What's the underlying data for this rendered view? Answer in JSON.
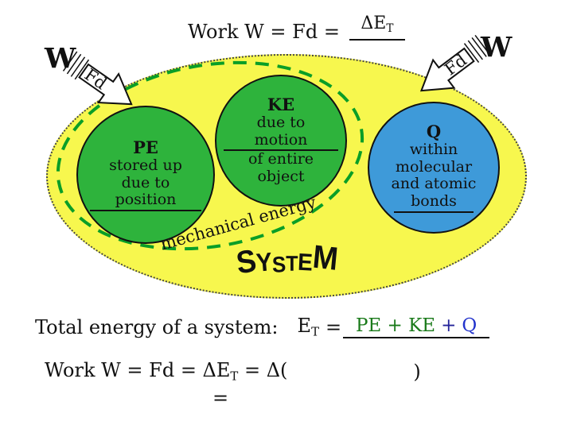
{
  "colors": {
    "systemFill": "#f7f74e",
    "systemBorder": "#444444",
    "greenCircle": "#2eb33c",
    "blueCircle": "#3e9ad9",
    "dashedGreen": "#0a9e27",
    "eqGreen": "#1a7a1a",
    "eqBlue": "#2233cc",
    "plusBlue": "#24249a",
    "ink": "#111111"
  },
  "title": {
    "lhs": "Work W = Fd =",
    "answer_main": "ΔE",
    "answer_sub": "T"
  },
  "arrows": {
    "left": {
      "work": "W",
      "force": "Fd"
    },
    "right": {
      "work": "W",
      "force": "Fd"
    }
  },
  "ellipse": {
    "system_label": "SYSTEM",
    "mechanical_label": "mechanical energy"
  },
  "circles": {
    "pe": {
      "symbol": "PE",
      "lines": [
        "stored up",
        "due to"
      ],
      "answer": "position"
    },
    "ke": {
      "symbol": "KE",
      "pre": "due to",
      "answer": "motion",
      "post1": "of entire",
      "post2": "object"
    },
    "q": {
      "symbol": "Q",
      "lines": [
        "within",
        "molecular",
        "and atomic"
      ],
      "answer": "bonds"
    }
  },
  "bottom": {
    "total_label": "Total energy of a system:",
    "et_main": "E",
    "et_sub": "T",
    "equals": "=",
    "answer_green": "PE + KE",
    "answer_plus": "+",
    "answer_blue": "Q",
    "work_pre": "Work W = Fd = ΔE",
    "work_sub": "T",
    "work_mid": "=  Δ(",
    "work_close": ")",
    "continuation": "="
  }
}
